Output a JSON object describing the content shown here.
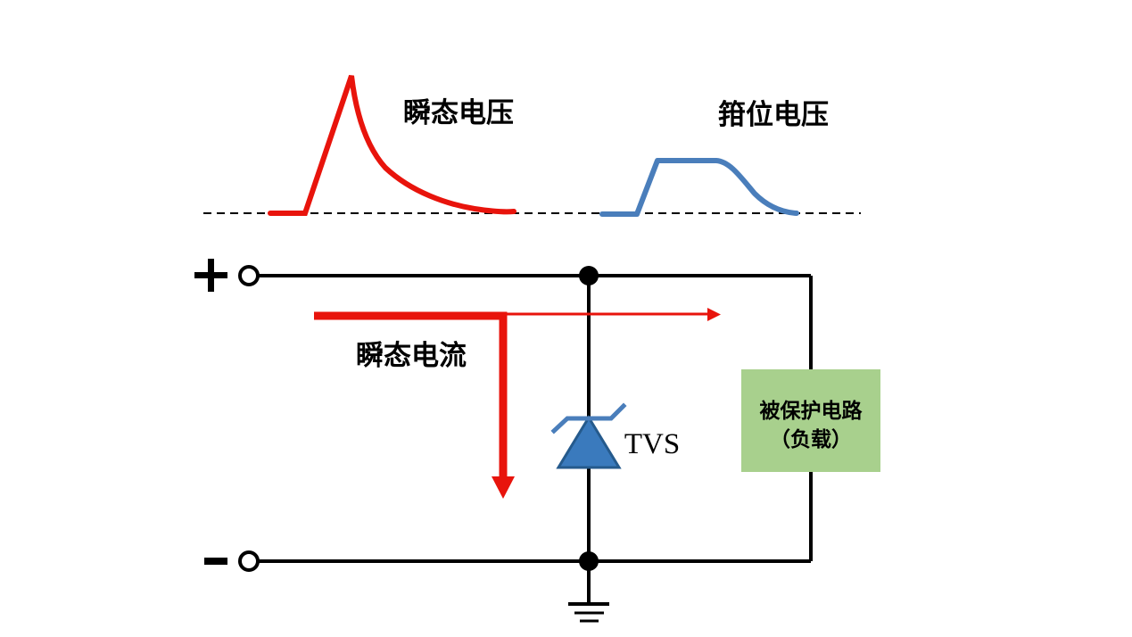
{
  "diagram": {
    "waveform_panel": {
      "baseline_style": "dashed-zero-reference-line",
      "transient_voltage": {
        "label": "瞬态电压",
        "color": "#e8140c",
        "shape": "sharp-spike-with-exponential-decay"
      },
      "clamping_voltage": {
        "label": "箝位电压",
        "color": "#4a7ebb",
        "shape": "flat-top-clamped-pulse"
      }
    },
    "circuit": {
      "plus_terminal": "+",
      "minus_terminal": "−",
      "transient_current": {
        "label": "瞬态电流",
        "color": "#e8140c"
      },
      "tvs": {
        "label": "TVS",
        "fill": "#3a7abd",
        "stroke": "#255a8c",
        "lead_color": "#4a7ebb"
      },
      "protected_load": {
        "line1": "被保护电路",
        "line2": "（负载）",
        "fill": "#a8d08d"
      },
      "ground": "earth-ground-symbol"
    },
    "colors": {
      "wire": "#000000",
      "background": "#ffffff"
    }
  }
}
